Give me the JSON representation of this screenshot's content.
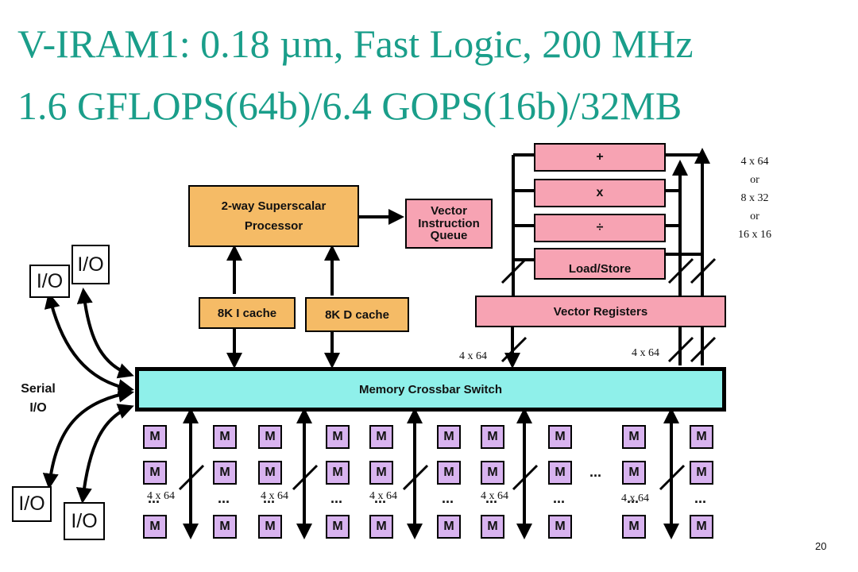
{
  "title_line1": "V-IRAM1: 0.18 µm, Fast Logic, 200 MHz",
  "title_line2": "1.6 GFLOPS(64b)/6.4 GOPS(16b)/32MB",
  "processor": {
    "line1": "2-way Superscalar",
    "line2": "Processor"
  },
  "vector_queue": {
    "line1": "Vector",
    "line2": "Instruction",
    "line3": "Queue"
  },
  "icache": "8K  I cache",
  "dcache": "8K D cache",
  "units": {
    "add": "+",
    "mul": "x",
    "div": "÷",
    "loadstore": "Load/Store"
  },
  "vector_registers": "Vector Registers",
  "crossbar": "Memory Crossbar Switch",
  "width_options": [
    "4 x 64",
    "or",
    "8 x 32",
    "or",
    "16 x 16"
  ],
  "bus_label_left": "4 x 64",
  "bus_label_right": "4 x 64",
  "io_label": "I/O",
  "serial_io": {
    "line1": "Serial",
    "line2": "I/O"
  },
  "memory_label": "M",
  "ellipsis": "...",
  "memory_bus_label": "4 x 64",
  "page_number": "20"
}
